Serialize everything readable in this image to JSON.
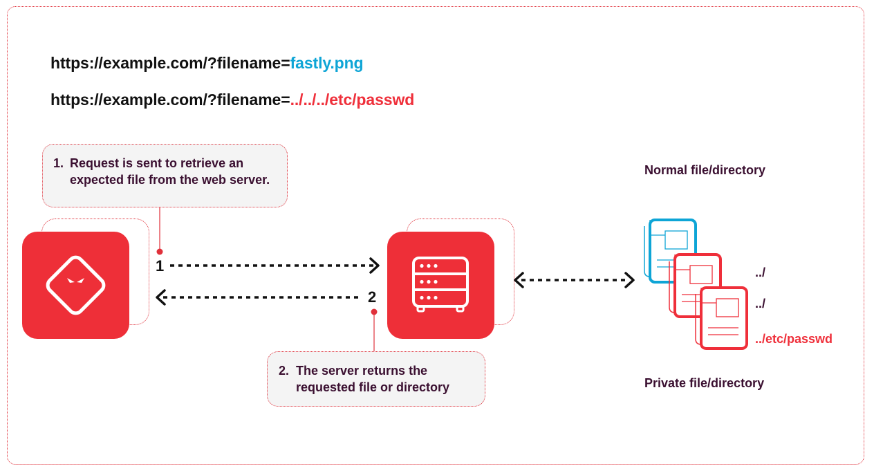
{
  "urls": {
    "line1_prefix": "https://example.com/?filename=",
    "line1_value": "fastly.png",
    "line2_prefix": "https://example.com/?filename=",
    "line2_value": "../../../etc/passwd"
  },
  "callouts": {
    "step1_number": "1.",
    "step1_text": "Request is sent to retrieve an expected file from the web server.",
    "step2_number": "2.",
    "step2_text": "The server returns the requested file or directory"
  },
  "steps": {
    "request_label": "1",
    "response_label": "2"
  },
  "files": {
    "normal_label": "Normal file/directory",
    "private_label": "Private file/directory",
    "path_1": "../",
    "path_2": "../",
    "path_3": "../etc/passwd"
  },
  "icons": {
    "attacker": "attacker-icon",
    "server": "server-icon",
    "normal_file": "document-icon",
    "private_file": "document-icon"
  },
  "colors": {
    "brand_red": "#ee2f38",
    "accent_blue": "#0ea5d6",
    "dark_text": "#3a0f30"
  }
}
